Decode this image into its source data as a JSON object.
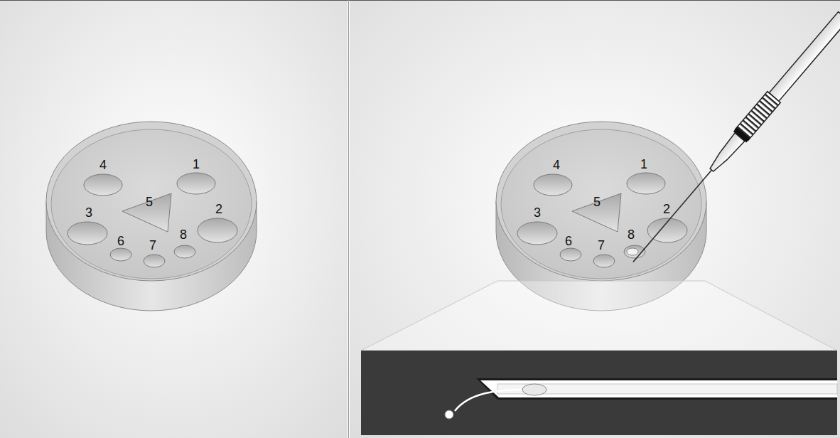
{
  "diagram": {
    "labels": [
      "4",
      "1",
      "5",
      "3",
      "2",
      "6",
      "7",
      "8",
      "4",
      "1",
      "5",
      "3",
      "2",
      "8",
      "6",
      "7"
    ]
  }
}
